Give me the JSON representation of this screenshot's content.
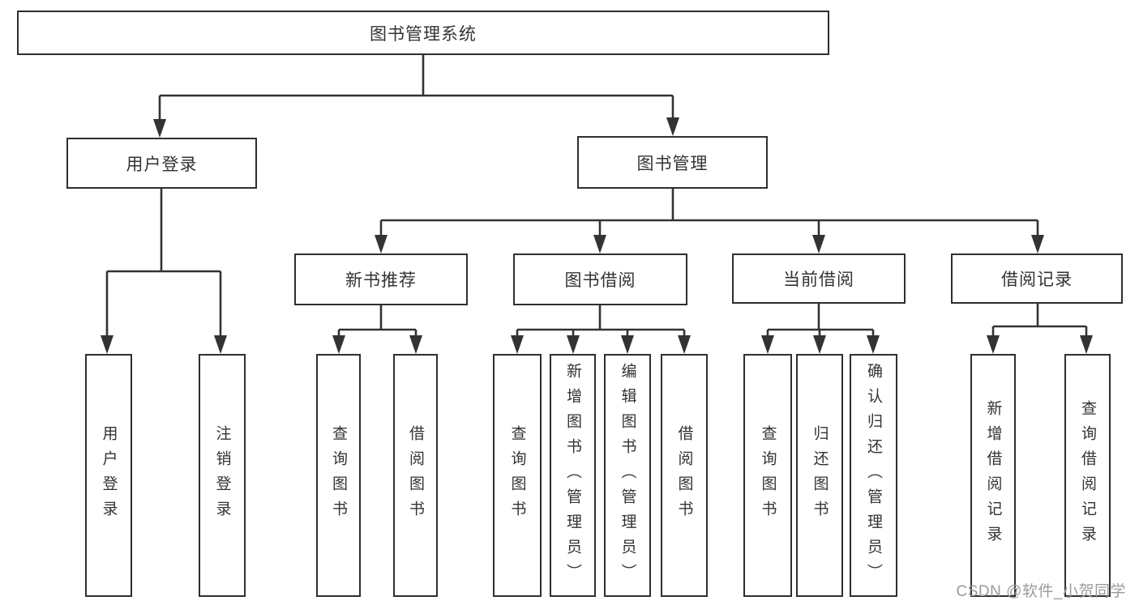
{
  "diagram": {
    "watermark": "CSDN @软件_小贺同学",
    "colors": {
      "line-color": "#333333",
      "border-color": "#2f2f2f",
      "text-color": "#333333",
      "bg-color": "#ffffff",
      "watermark-color": "#9b9b9b"
    },
    "nodes": {
      "root": {
        "label": "图书管理系统"
      },
      "user_login": {
        "label": "用户登录"
      },
      "book_mgmt": {
        "label": "图书管理"
      },
      "new_book_rec": {
        "label": "新书推荐"
      },
      "book_borrow": {
        "label": "图书借阅"
      },
      "current_borrow": {
        "label": "当前借阅"
      },
      "borrow_record": {
        "label": "借阅记录"
      },
      "leaf_user_login": {
        "label": "用户登录"
      },
      "leaf_logout": {
        "label": "注销登录"
      },
      "leaf_rec_query_book": {
        "label": "查询图书"
      },
      "leaf_rec_borrow_book": {
        "label": "借阅图书"
      },
      "leaf_bb_query_book": {
        "label": "查询图书"
      },
      "leaf_bb_add_book": {
        "label": "新增图书（管理员）"
      },
      "leaf_bb_edit_book": {
        "label": "编辑图书（管理员）"
      },
      "leaf_bb_borrow_book": {
        "label": "借阅图书"
      },
      "leaf_cb_query_book": {
        "label": "查询图书"
      },
      "leaf_cb_return_book": {
        "label": "归还图书"
      },
      "leaf_cb_confirm_return": {
        "label": "确认归还（管理员）"
      },
      "leaf_br_add_record": {
        "label": "新增借阅记录"
      },
      "leaf_br_query_record": {
        "label": "查询借阅记录"
      }
    }
  }
}
